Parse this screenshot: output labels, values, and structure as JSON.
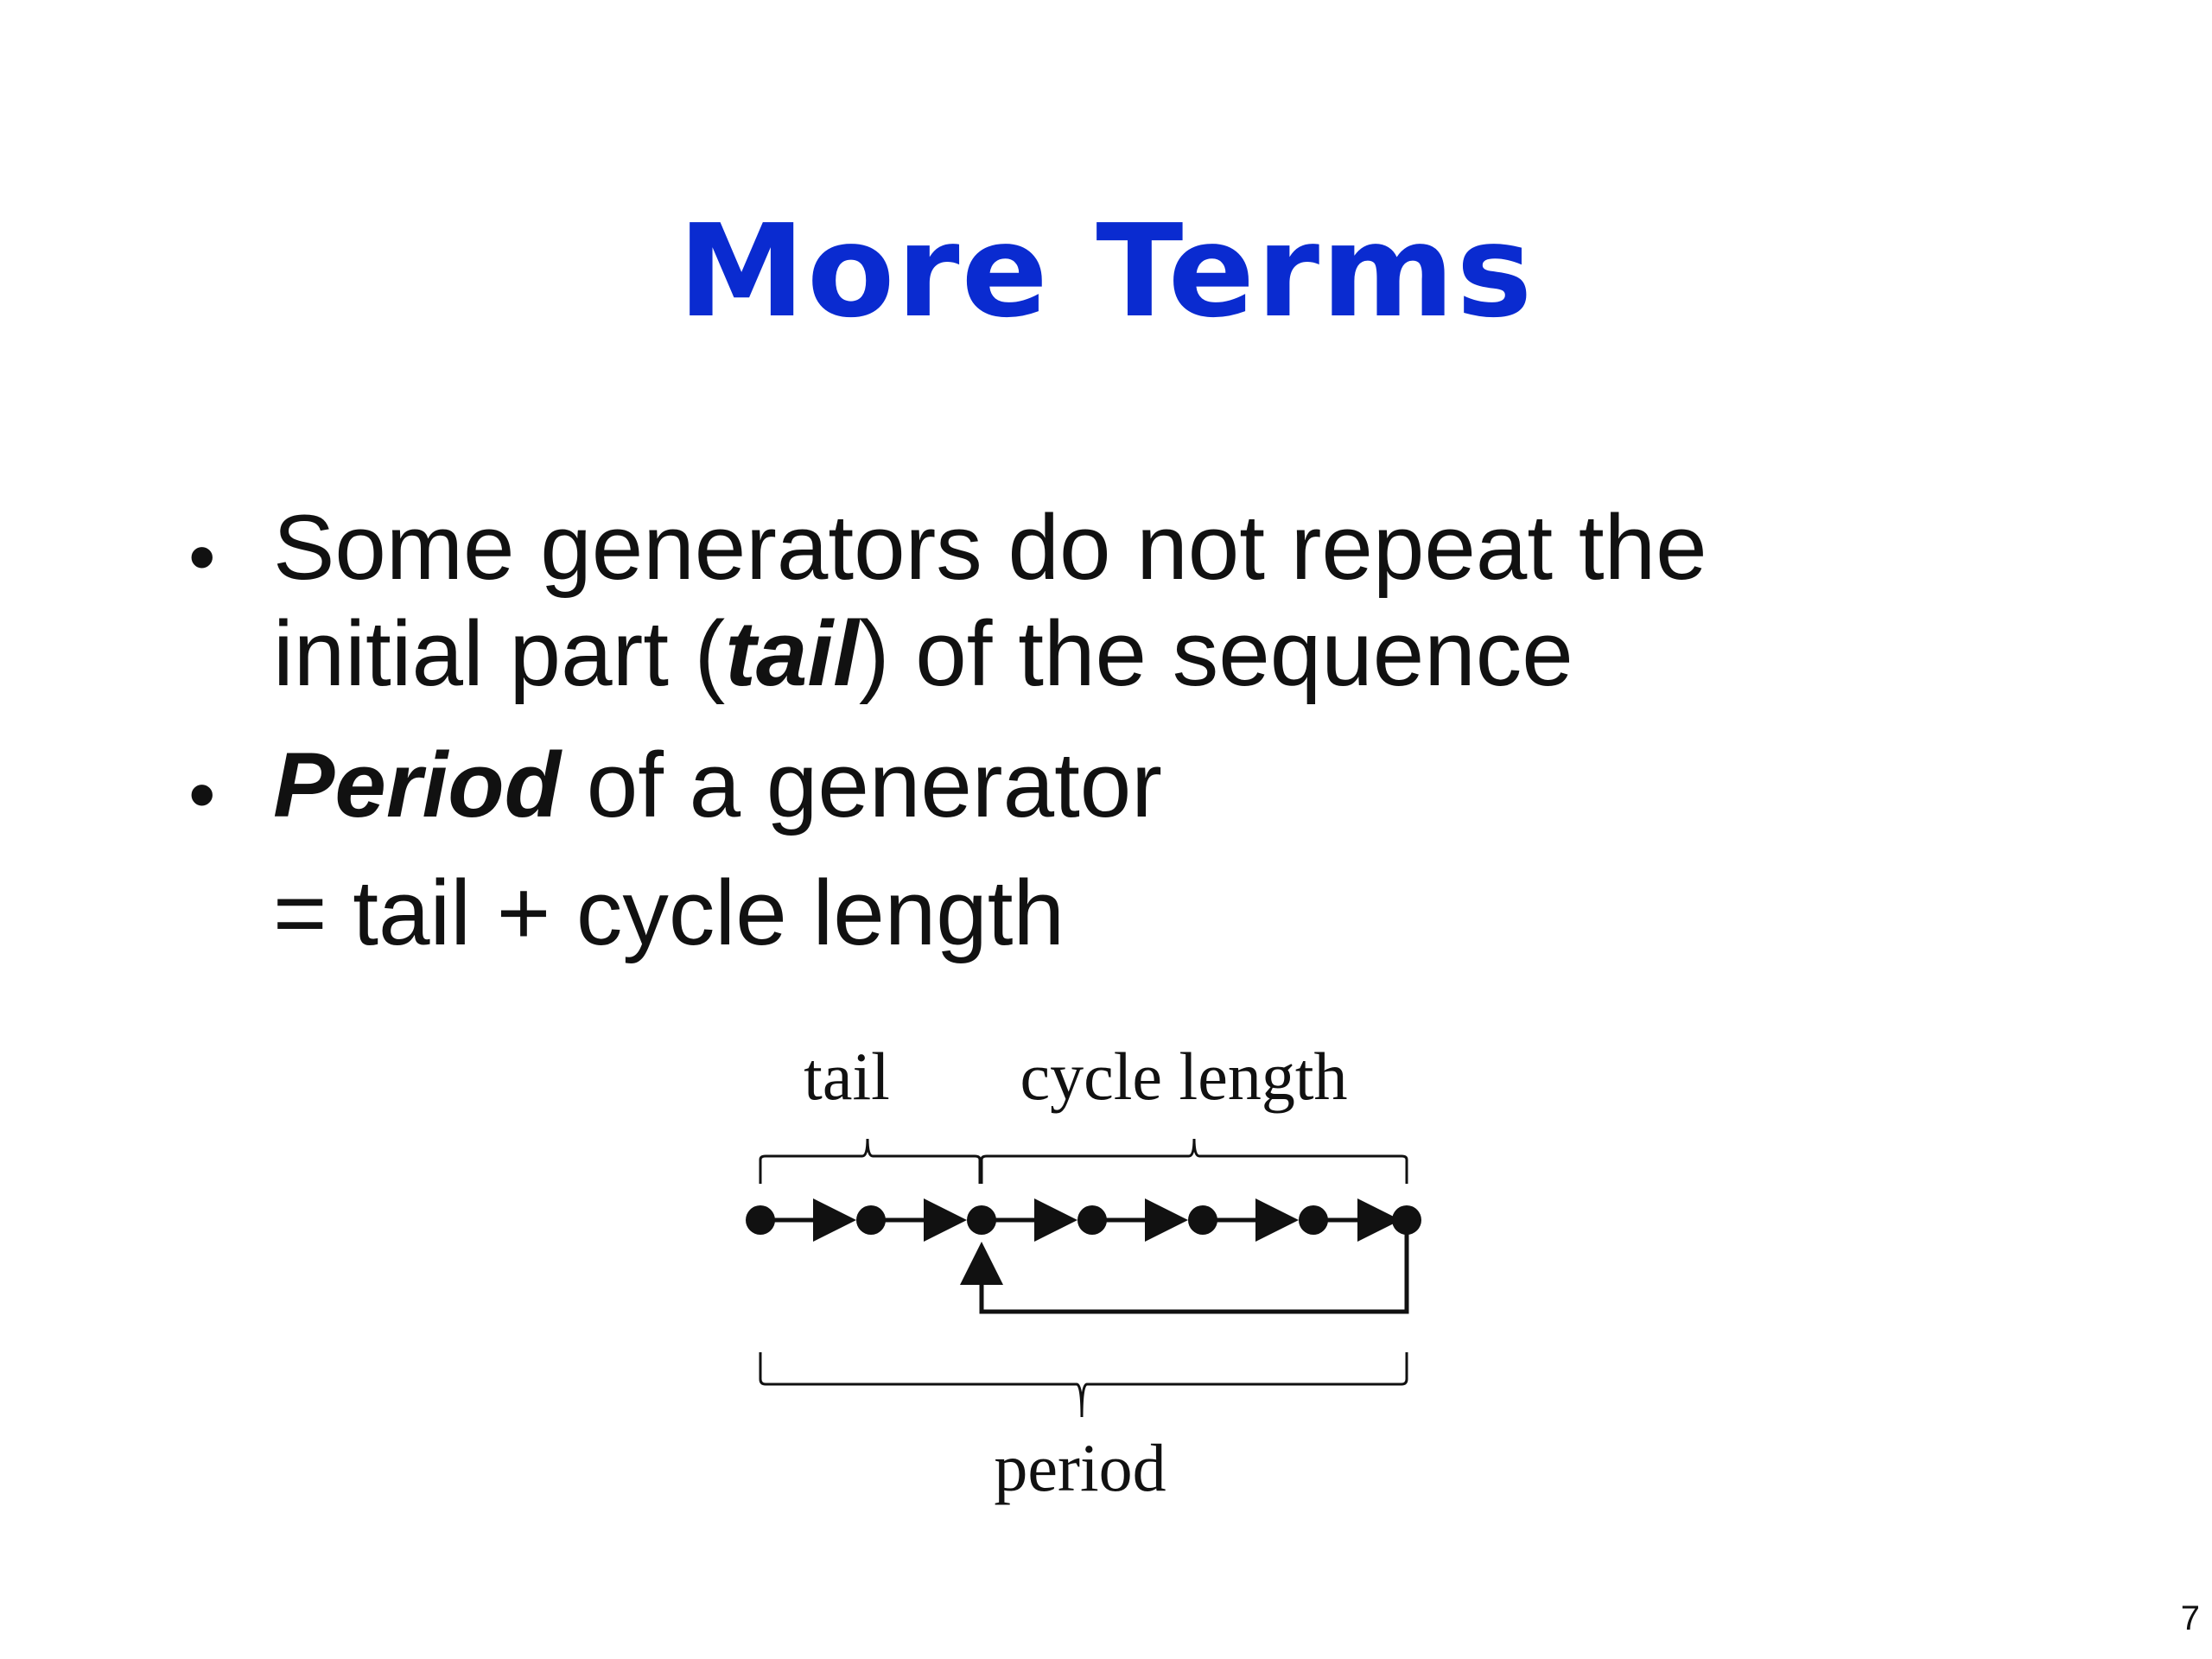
{
  "slide": {
    "title": "More Terms",
    "bullets": [
      {
        "line1": "Some generators do not repeat the",
        "line2_pre": "initial part (",
        "line2_em": "tail",
        "line2_post": ") of the sequence"
      },
      {
        "em": "Period",
        "post": " of a generator",
        "line2": "= tail + cycle length"
      }
    ],
    "diagram": {
      "tail_label": "tail",
      "cycle_label": "cycle length",
      "period_label": "period"
    },
    "page_number": "7"
  }
}
